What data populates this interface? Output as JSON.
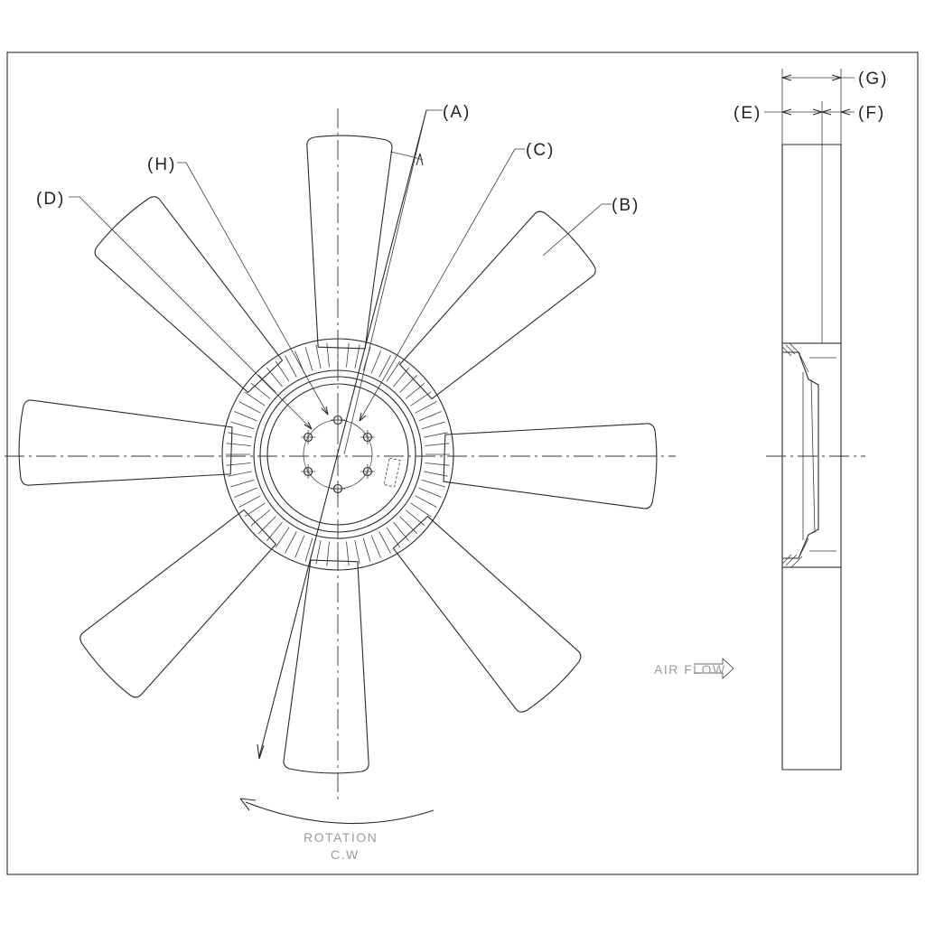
{
  "callouts": {
    "A": "(A)",
    "B": "(B)",
    "C": "(C)",
    "D": "(D)",
    "E": "(E)",
    "F": "(F)",
    "G": "(G)",
    "H": "(H)"
  },
  "notes": {
    "air_flow": "AIR FLOW",
    "rotation": "ROTATION",
    "rotation_dir": "C.W"
  },
  "fan": {
    "blade_count": 8,
    "fin_count": 64,
    "bolt_hole_count": 6
  }
}
